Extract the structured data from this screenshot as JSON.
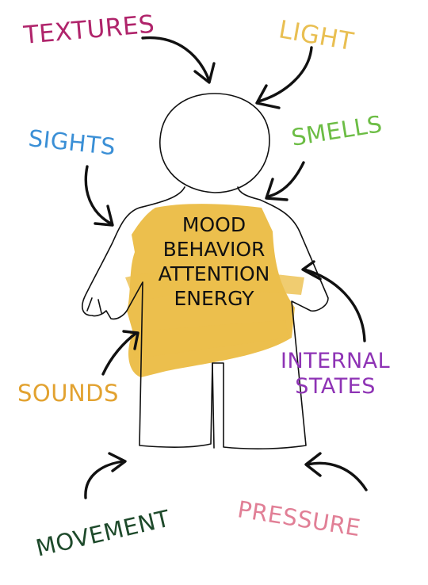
{
  "center": {
    "lines": [
      "MOOD",
      "BEHAVIOR",
      "ATTENTION",
      "ENERGY"
    ],
    "highlight_color": "#eab735"
  },
  "labels": {
    "textures": {
      "text": "TEXTURES",
      "color": "#b0246b"
    },
    "light": {
      "text": "LIGHT",
      "color": "#e9bf52"
    },
    "sights": {
      "text": "SIGHTS",
      "color": "#3a8fd6"
    },
    "smells": {
      "text": "SMELLS",
      "color": "#6cbd45"
    },
    "internal_states": {
      "lines": [
        "INTERNAL",
        "STATES"
      ],
      "color": "#8e33b5"
    },
    "sounds": {
      "text": "SOUNDS",
      "color": "#e2a230"
    },
    "movement": {
      "text": "MOVEMENT",
      "color": "#1e4a2b"
    },
    "pressure": {
      "text": "PRESSURE",
      "color": "#e17f96"
    }
  },
  "colors": {
    "outline": "#111111",
    "background": "#ffffff"
  }
}
